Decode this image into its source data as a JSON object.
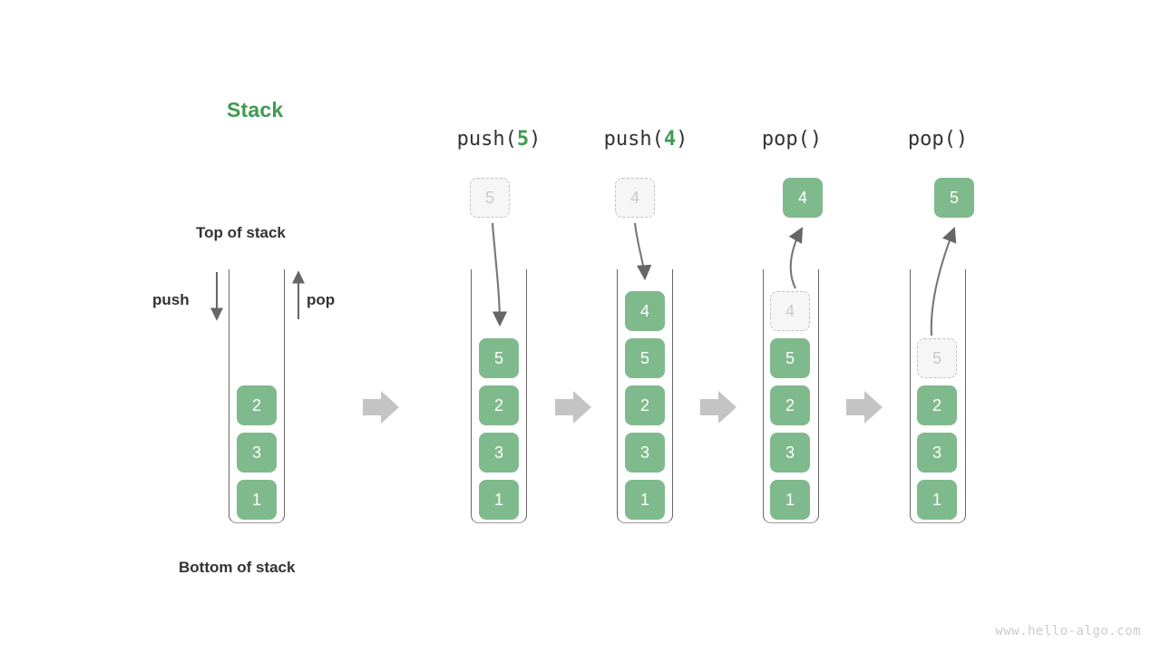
{
  "meta": {
    "title": "Stack",
    "title_color": "#3e9b4f",
    "block_color": "#7fba8d",
    "ghost_color": "#c9c9c9",
    "watermark": "www.hello-algo.com"
  },
  "labels": {
    "top_of_stack": "Top of stack",
    "bottom_of_stack": "Bottom of stack",
    "push": "push",
    "pop": "pop"
  },
  "columns": [
    {
      "id": "initial",
      "caption": null,
      "caption_prefix": null,
      "caption_arg": null,
      "caption_suffix": null,
      "above_block": null,
      "above_block_style": null,
      "stack": [
        {
          "value": "2",
          "style": "solid"
        },
        {
          "value": "3",
          "style": "solid"
        },
        {
          "value": "1",
          "style": "solid"
        }
      ]
    },
    {
      "id": "push-5",
      "caption": "push(5)",
      "caption_prefix": "push(",
      "caption_arg": "5",
      "caption_suffix": ")",
      "above_block": "5",
      "above_block_style": "ghost",
      "stack": [
        {
          "value": "5",
          "style": "solid"
        },
        {
          "value": "2",
          "style": "solid"
        },
        {
          "value": "3",
          "style": "solid"
        },
        {
          "value": "1",
          "style": "solid"
        }
      ]
    },
    {
      "id": "push-4",
      "caption": "push(4)",
      "caption_prefix": "push(",
      "caption_arg": "4",
      "caption_suffix": ")",
      "above_block": "4",
      "above_block_style": "ghost",
      "stack": [
        {
          "value": "4",
          "style": "solid"
        },
        {
          "value": "5",
          "style": "solid"
        },
        {
          "value": "2",
          "style": "solid"
        },
        {
          "value": "3",
          "style": "solid"
        },
        {
          "value": "1",
          "style": "solid"
        }
      ]
    },
    {
      "id": "pop-1",
      "caption": "pop()",
      "caption_prefix": "pop()",
      "caption_arg": "",
      "caption_suffix": "",
      "above_block": "4",
      "above_block_style": "solid",
      "stack": [
        {
          "value": "4",
          "style": "ghost"
        },
        {
          "value": "5",
          "style": "solid"
        },
        {
          "value": "2",
          "style": "solid"
        },
        {
          "value": "3",
          "style": "solid"
        },
        {
          "value": "1",
          "style": "solid"
        }
      ]
    },
    {
      "id": "pop-2",
      "caption": "pop()",
      "caption_prefix": "pop()",
      "caption_arg": "",
      "caption_suffix": "",
      "above_block": "5",
      "above_block_style": "solid",
      "stack": [
        {
          "value": "5",
          "style": "ghost"
        },
        {
          "value": "2",
          "style": "solid"
        },
        {
          "value": "3",
          "style": "solid"
        },
        {
          "value": "1",
          "style": "solid"
        }
      ]
    }
  ]
}
